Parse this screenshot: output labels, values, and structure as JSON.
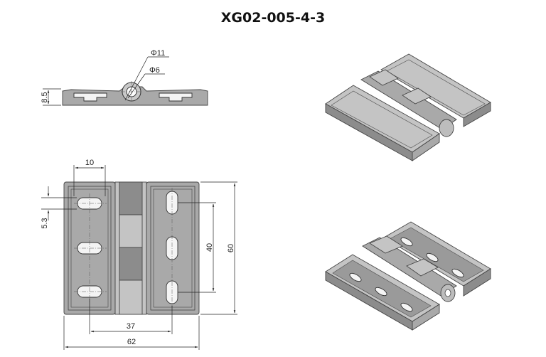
{
  "title": "XG02-005-4-3",
  "dimensions": {
    "outer_diameter": "Φ11",
    "inner_diameter": "Φ6",
    "thickness": "8.5",
    "slot_width": "10",
    "slot_offset": "5.3",
    "hole_spacing_vertical": "40",
    "overall_height": "60",
    "hole_spacing_horizontal": "37",
    "overall_width": "62"
  },
  "colors": {
    "part_fill": "#a9a9a9",
    "line": "#222222"
  }
}
